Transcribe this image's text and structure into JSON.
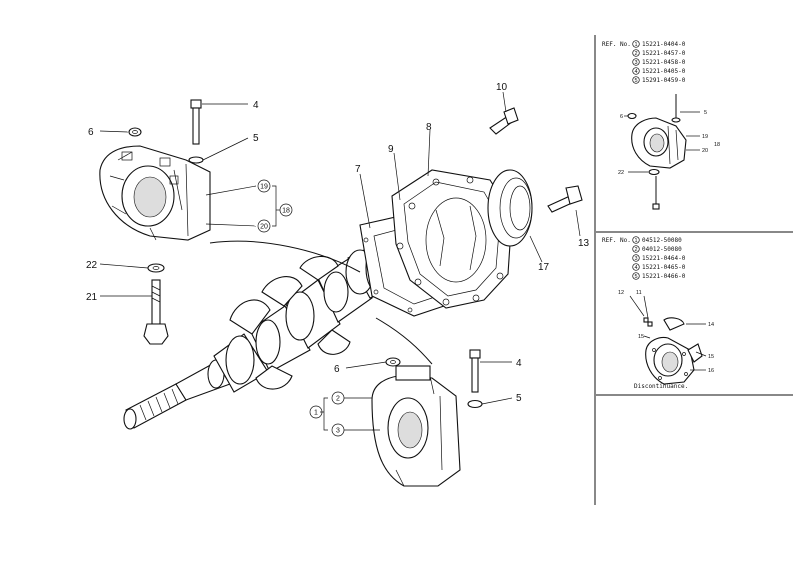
{
  "callouts": {
    "c1": "1",
    "c2": "2",
    "c3": "3",
    "c4a": "4",
    "c4b": "4",
    "c5a": "5",
    "c5b": "5",
    "c6a": "6",
    "c6b": "6",
    "c7": "7",
    "c8": "8",
    "c9": "9",
    "c10": "10",
    "c13": "13",
    "c17": "17",
    "c18": "18",
    "c19": "19",
    "c20": "20",
    "c21": "21",
    "c22": "22"
  },
  "panel_top": {
    "ref_label": "REF. No.",
    "codes": [
      {
        "num": "1",
        "code": "15221-0404-0"
      },
      {
        "num": "2",
        "code": "15221-0457-0"
      },
      {
        "num": "3",
        "code": "15221-0458-0"
      },
      {
        "num": "4",
        "code": "15221-0405-0"
      },
      {
        "num": "5",
        "code": "15291-0459-0"
      }
    ],
    "small_labels": {
      "a": "6",
      "b": "5",
      "c": "19",
      "d": "20",
      "e": "18",
      "f": "22"
    }
  },
  "panel_bottom": {
    "ref_label": "REF. No.",
    "codes": [
      {
        "num": "1",
        "code": "04512-50080"
      },
      {
        "num": "2",
        "code": "04012-50080"
      },
      {
        "num": "3",
        "code": "15221-0464-0"
      },
      {
        "num": "4",
        "code": "15221-0465-0"
      },
      {
        "num": "5",
        "code": "15221-0466-0"
      }
    ],
    "small_labels": {
      "a": "12",
      "b": "11",
      "c": "14",
      "d": "15",
      "e": "15",
      "f": "16"
    },
    "note": "Discontinuance."
  }
}
